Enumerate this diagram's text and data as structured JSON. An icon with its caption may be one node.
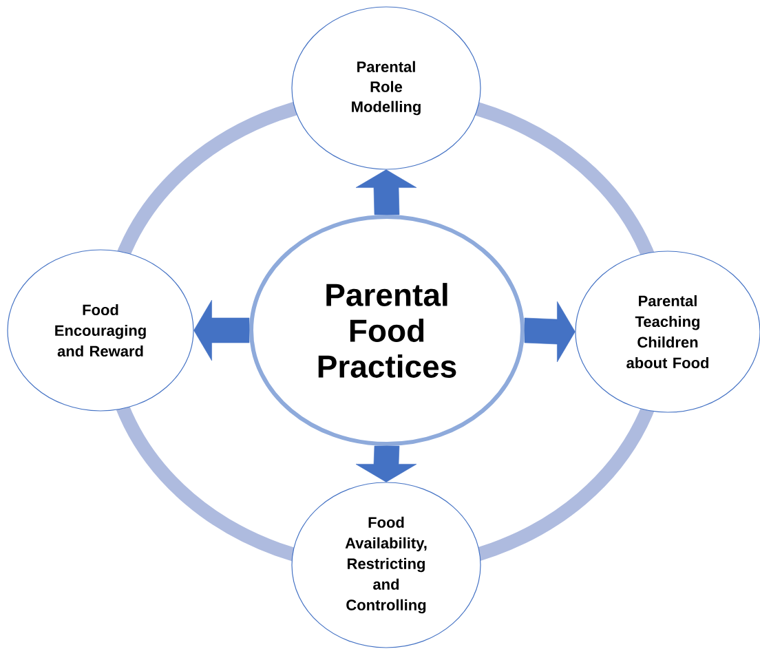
{
  "diagram": {
    "nodes": [
      {
        "text": [
          "Parental Role Modelling"
        ]
      },
      {
        "text": [
          "Food Encouraging and Reward"
        ]
      },
      {
        "text": [
          "Parental Food Practices"
        ]
      },
      {
        "text": [
          "Parental Teaching Children about Food"
        ]
      },
      {
        "text": [
          "Food Availability, Restricting and Controlling"
        ]
      }
    ],
    "edges": [
      {
        "from": 2,
        "to": 0,
        "arrow": "to"
      },
      {
        "from": 2,
        "to": 1,
        "arrow": "to"
      },
      {
        "from": 2,
        "to": 3,
        "arrow": "to"
      },
      {
        "from": 2,
        "to": 4,
        "arrow": "to"
      }
    ]
  }
}
